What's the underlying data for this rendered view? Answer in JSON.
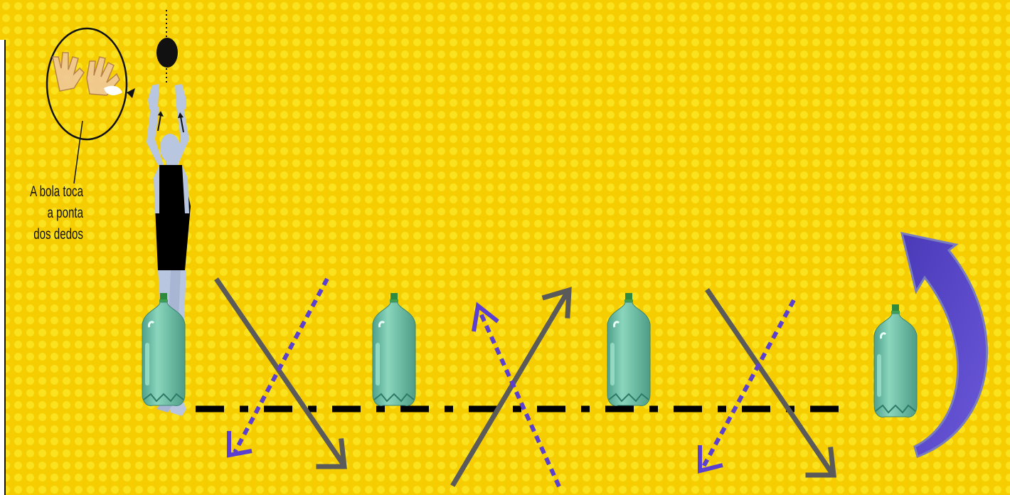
{
  "caption": {
    "line1": "A bola toca",
    "line2": "a ponta",
    "line3": "dos dedos"
  },
  "colors": {
    "background": "#f5cd00",
    "dots": "#fbe21e",
    "bottle": "#6fbfa5",
    "gray_arrow": "#5a5a5a",
    "purple_arrow": "#5b3fd0",
    "curved_arrow": "#5a46c4",
    "line": "#000000",
    "figure_skin": "#b8c6e0",
    "figure_shirt": "#000000"
  },
  "icons": [
    "hands-detail-icon",
    "ball-icon",
    "player-figure-icon",
    "bottle-icon",
    "arrow-icon",
    "curved-return-arrow-icon"
  ]
}
